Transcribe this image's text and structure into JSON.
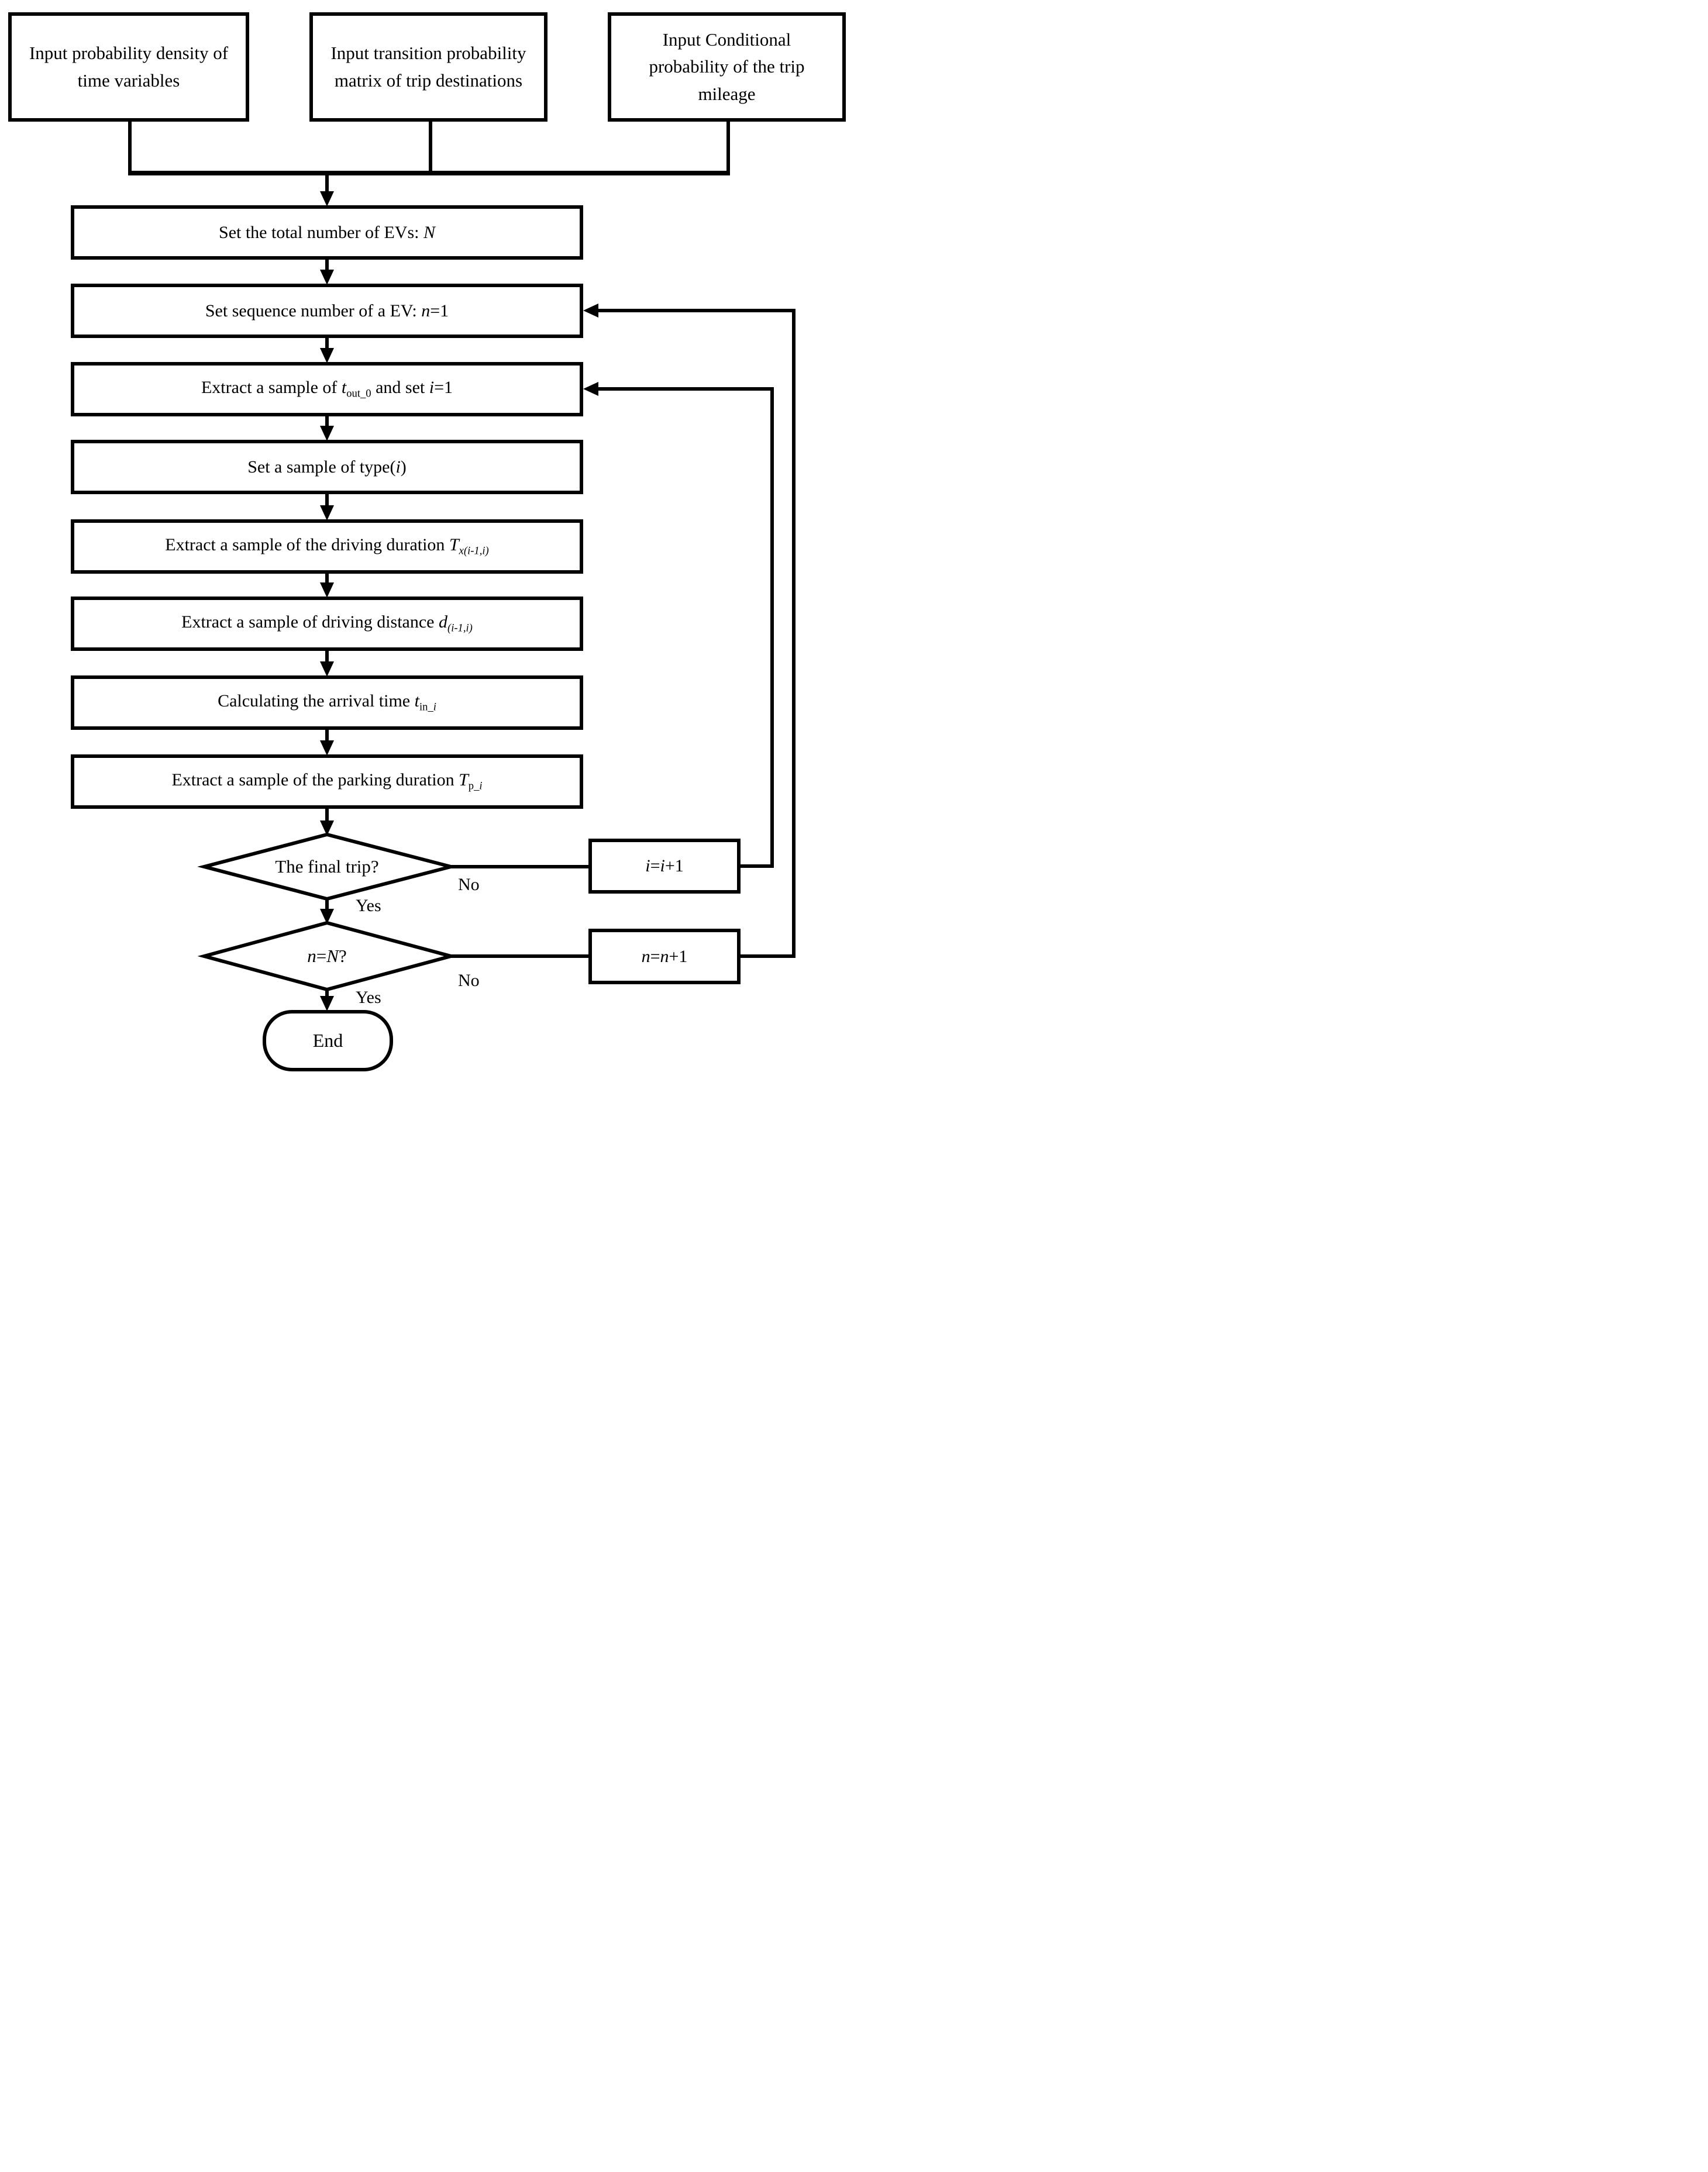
{
  "page": {
    "background_color": "#ffffff",
    "line_color": "#000000",
    "text_color": "#000000"
  },
  "inputs": [
    {
      "label": "Input probability density of time variables"
    },
    {
      "label": "Input transition probability matrix of trip destinations"
    },
    {
      "label": "Input Conditional probability of the trip mileage"
    }
  ],
  "steps": [
    {
      "parts": [
        {
          "t": "Set the total number of EVs: "
        },
        {
          "t": "N",
          "s": "i"
        }
      ]
    },
    {
      "parts": [
        {
          "t": "Set sequence number of a EV: "
        },
        {
          "t": "n",
          "s": "i"
        },
        {
          "t": "=1"
        }
      ]
    },
    {
      "parts": [
        {
          "t": "Extract a sample of "
        },
        {
          "t": "t",
          "s": "i"
        },
        {
          "t": "out_0",
          "s": "sub"
        },
        {
          "t": " and set "
        },
        {
          "t": "i",
          "s": "i"
        },
        {
          "t": "=1"
        }
      ]
    },
    {
      "parts": [
        {
          "t": "Set a sample of type("
        },
        {
          "t": "i",
          "s": "i"
        },
        {
          "t": ")"
        }
      ]
    },
    {
      "parts": [
        {
          "t": "Extract a sample of the driving duration "
        },
        {
          "t": "T",
          "s": "i"
        },
        {
          "t": "x(i-1,i)",
          "s": "subi"
        }
      ]
    },
    {
      "parts": [
        {
          "t": "Extract a sample of driving distance "
        },
        {
          "t": "d",
          "s": "i"
        },
        {
          "t": "(i-1,i)",
          "s": "subi"
        }
      ]
    },
    {
      "parts": [
        {
          "t": "Calculating the arrival time "
        },
        {
          "t": "t",
          "s": "i"
        },
        {
          "t": "in_",
          "s": "sub"
        },
        {
          "t": "i",
          "s": "subi"
        }
      ]
    },
    {
      "parts": [
        {
          "t": "Extract a sample of the parking duration "
        },
        {
          "t": "T",
          "s": "i"
        },
        {
          "t": "p_",
          "s": "sub"
        },
        {
          "t": "i",
          "s": "subi"
        }
      ]
    }
  ],
  "decisions": [
    {
      "parts": [
        {
          "t": "The final trip?"
        }
      ],
      "yes": "Yes",
      "no": "No"
    },
    {
      "parts": [
        {
          "t": "n",
          "s": "i"
        },
        {
          "t": "="
        },
        {
          "t": "N",
          "s": "i"
        },
        {
          "t": "?"
        }
      ],
      "yes": "Yes",
      "no": "No"
    }
  ],
  "loop_boxes": [
    {
      "parts": [
        {
          "t": "i",
          "s": "i"
        },
        {
          "t": "="
        },
        {
          "t": "i",
          "s": "i"
        },
        {
          "t": "+1"
        }
      ]
    },
    {
      "parts": [
        {
          "t": "n",
          "s": "i"
        },
        {
          "t": "="
        },
        {
          "t": "n",
          "s": "i"
        },
        {
          "t": "+1"
        }
      ]
    }
  ],
  "terminator": {
    "label": "End"
  }
}
